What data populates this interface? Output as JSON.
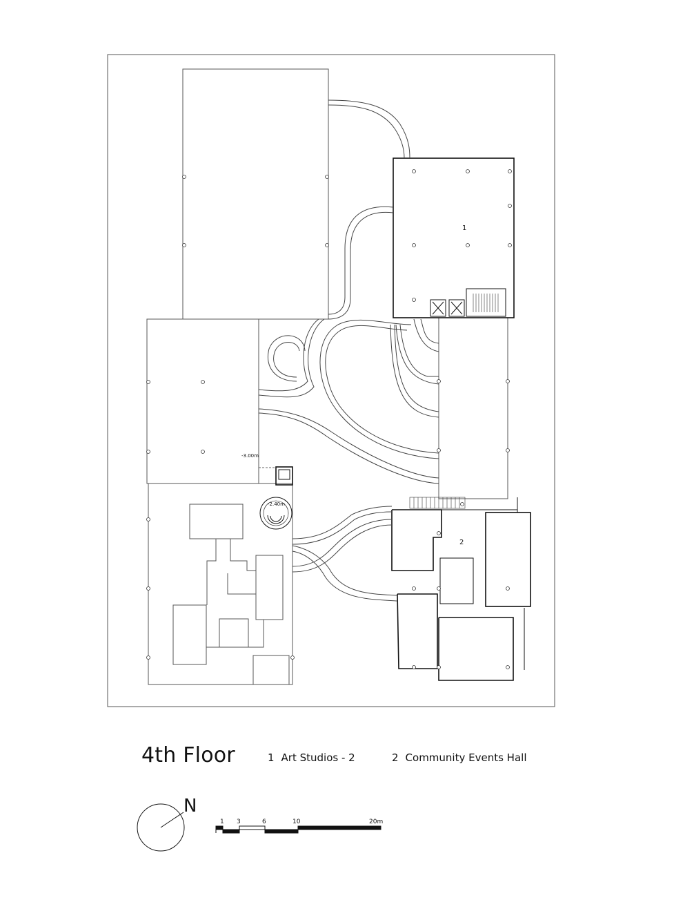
{
  "title": "4th Floor",
  "legend": [
    {
      "number": "1",
      "label": "Art Studios - 2"
    },
    {
      "number": "2",
      "label": "Community Events Hall"
    }
  ],
  "room_numbers": [
    "1",
    "2"
  ],
  "levels": [
    "-3.00m",
    "-2.40m"
  ],
  "north": "N",
  "scale": {
    "ticks": [
      "1",
      "3",
      "6",
      "10",
      "20m"
    ]
  }
}
